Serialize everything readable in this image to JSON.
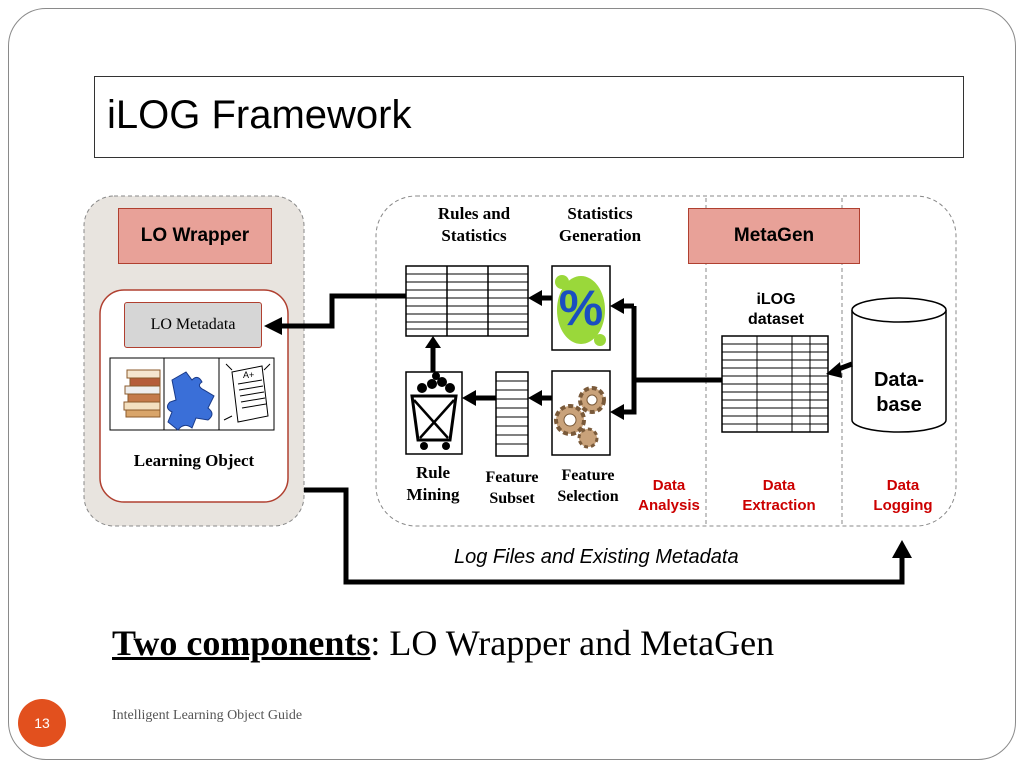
{
  "slide": {
    "title": "iLOG Framework",
    "page_number": "13",
    "footer": "Intelligent Learning Object Guide"
  },
  "summary": {
    "heading": "Two components",
    "colon": ":",
    "text": "LO Wrapper and MetaGen"
  },
  "diagram": {
    "lo_wrapper": {
      "label": "LO Wrapper",
      "metadata_label": "LO Metadata",
      "learning_object_label": "Learning Object"
    },
    "metagen": {
      "label": "MetaGen",
      "rules_and_statistics": [
        "Rules and",
        "Statistics"
      ],
      "statistics_generation": [
        "Statistics",
        "Generation"
      ],
      "rule_mining": [
        "Rule",
        "Mining"
      ],
      "feature_subset": [
        "Feature",
        "Subset"
      ],
      "feature_selection": [
        "Feature",
        "Selection"
      ],
      "ilog_dataset": [
        "iLOG",
        "dataset"
      ],
      "database": [
        "Data-",
        "base"
      ],
      "percent_symbol": "%"
    },
    "stages": {
      "data_analysis": [
        "Data",
        "Analysis"
      ],
      "data_extraction": [
        "Data",
        "Extraction"
      ],
      "data_logging": [
        "Data",
        "Logging"
      ]
    },
    "log_files_label": "Log Files and Existing Metadata",
    "colors": {
      "tag_fill": "#e8a198",
      "stage_text": "#cc0000",
      "lo_panel": "#e8e4df",
      "lo_inner_border": "#b04030"
    }
  }
}
